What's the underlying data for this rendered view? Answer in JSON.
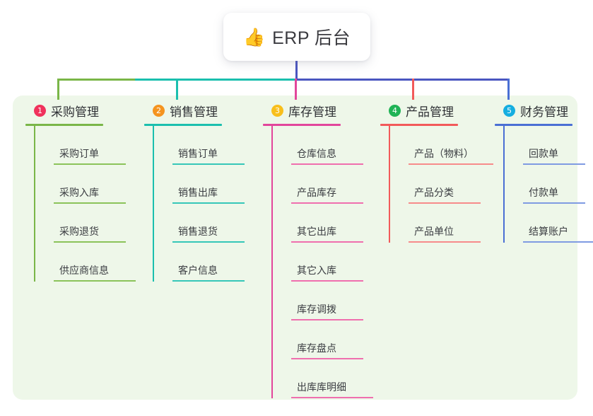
{
  "root": {
    "icon": "thumbs-up-icon",
    "emoji": "👍",
    "title": "ERP 后台"
  },
  "colors": {
    "panel_bg": "#eef7e9",
    "trunk": "#4a56c0",
    "branch_1": "#7ab648",
    "branch_2": "#1bbfae",
    "branch_3": "#e2469b",
    "branch_4": "#f25a5a",
    "branch_5": "#4a6fd4",
    "badge_1": "#f0325c",
    "badge_2": "#f5941f",
    "badge_3": "#f8bf1c",
    "badge_4": "#20b356",
    "badge_5": "#15aee0"
  },
  "columns": [
    {
      "number": "1",
      "title": "采购管理",
      "badge_color": "#f0325c",
      "line_color": "#7ab648",
      "items": [
        {
          "label": "采购订单"
        },
        {
          "label": "采购入库"
        },
        {
          "label": "采购退货"
        },
        {
          "label": "供应商信息"
        }
      ]
    },
    {
      "number": "2",
      "title": "销售管理",
      "badge_color": "#f5941f",
      "line_color": "#1bbfae",
      "items": [
        {
          "label": "销售订单"
        },
        {
          "label": "销售出库"
        },
        {
          "label": "销售退货"
        },
        {
          "label": "客户信息"
        }
      ]
    },
    {
      "number": "3",
      "title": "库存管理",
      "badge_color": "#f8bf1c",
      "line_color": "#e2469b",
      "items": [
        {
          "label": "仓库信息"
        },
        {
          "label": "产品库存"
        },
        {
          "label": "其它出库"
        },
        {
          "label": "其它入库"
        },
        {
          "label": "库存调拨"
        },
        {
          "label": "库存盘点"
        },
        {
          "label": "出库库明细"
        }
      ]
    },
    {
      "number": "4",
      "title": "产品管理",
      "badge_color": "#20b356",
      "line_color": "#f25a5a",
      "items": [
        {
          "label": "产品（物料）"
        },
        {
          "label": "产品分类"
        },
        {
          "label": "产品单位"
        }
      ]
    },
    {
      "number": "5",
      "title": "财务管理",
      "badge_color": "#15aee0",
      "line_color": "#4a6fd4",
      "items": [
        {
          "label": "回款单"
        },
        {
          "label": "付款单"
        },
        {
          "label": "结算账户"
        }
      ]
    }
  ]
}
